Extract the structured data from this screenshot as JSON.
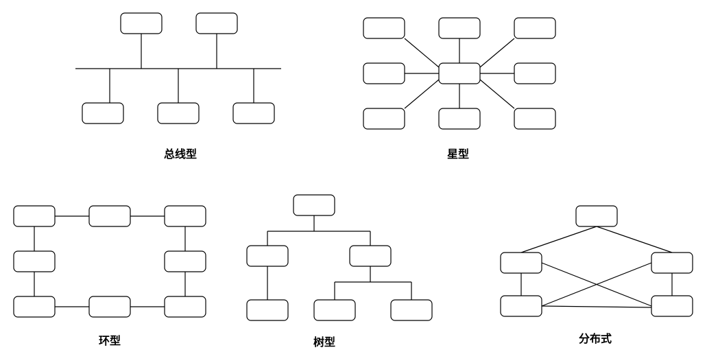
{
  "colors": {
    "stroke": "#000000",
    "background": "#ffffff"
  },
  "captions": {
    "bus": "总线型",
    "star": "星型",
    "ring": "环型",
    "tree": "树型",
    "distributed": "分布式"
  }
}
